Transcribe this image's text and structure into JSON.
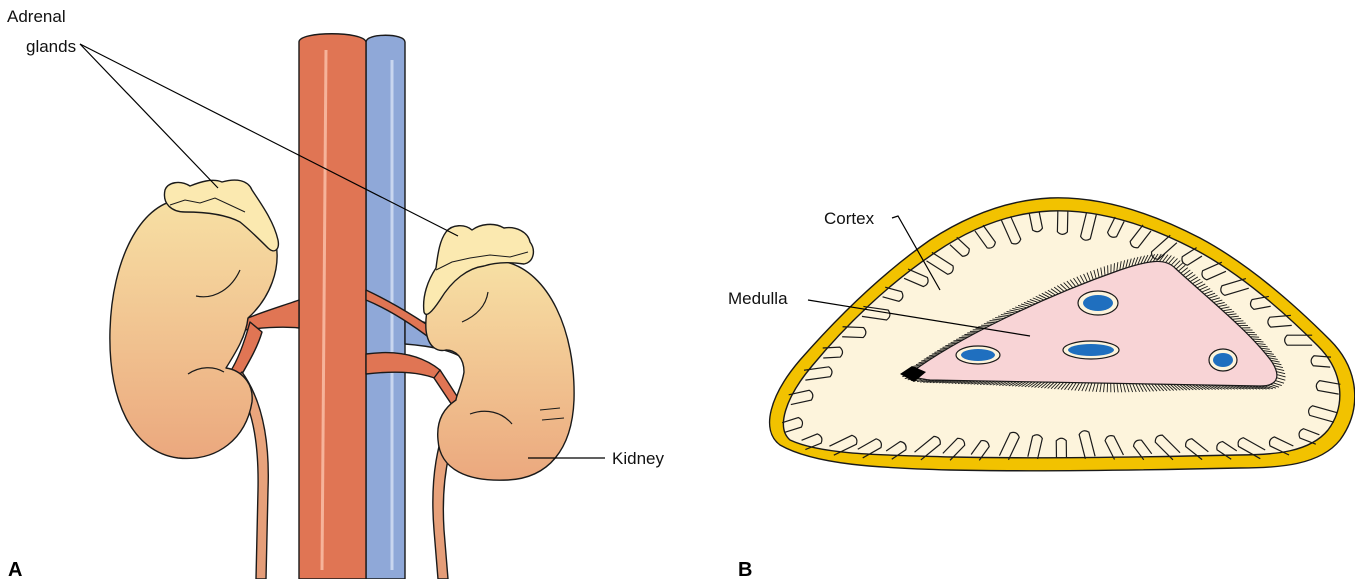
{
  "panels": {
    "a": {
      "panel_label": "A",
      "labels": {
        "adrenal_line1": "Adrenal",
        "adrenal_line2": "glands",
        "kidney": "Kidney"
      }
    },
    "b": {
      "panel_label": "B",
      "labels": {
        "cortex": "Cortex",
        "medulla": "Medulla"
      }
    }
  },
  "colors": {
    "aorta": "#e07554",
    "vena_cava": "#8fa8d8",
    "kidney_top": "#f7e0a4",
    "kidney_bottom": "#eba87e",
    "adrenal": "#fbe9b0",
    "cortex_outer": "#f2c200",
    "cortex_inner": "#fdf4dc",
    "medulla": "#f8d4d6",
    "vessel": "#1f6fbf"
  }
}
